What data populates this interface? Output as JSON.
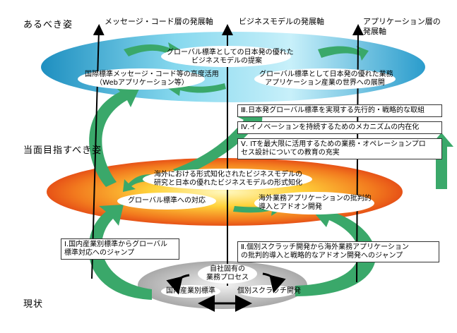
{
  "levels": {
    "ideal": "あるべき姿",
    "target": "当面目指すべき姿",
    "current": "現状"
  },
  "axes": {
    "message_code": "メッセージ・コード層の発展軸",
    "business_model": "ビジネスモデルの発展軸",
    "application_1": "アプリケーション層の",
    "application_2": "発展軸"
  },
  "ideal_items": {
    "global_1": "グローバル標準としての日本発の優れた",
    "global_2": "ビジネスモデルの提案",
    "intl_1": "国際標準メッセージ・コード等の高度活用",
    "intl_2": "（Webアプリケーション等）",
    "app_1": "グローバル標準として日本発の優れた業務",
    "app_2": "アプリケーション産業の世界への展開"
  },
  "target_items": {
    "formal_1": "海外における形式知化されたビジネスモデルの",
    "formal_2": "研究と日本の優れたビジネスモデルの形式知化",
    "global": "グローバル標準への対応",
    "overseas_1": "海外業務アプリケーションの批判的",
    "overseas_2": "導入とアドオン開発"
  },
  "current_items": {
    "own_1": "自社固有の",
    "own_2": "業務プロセス",
    "domestic": "国内産業別標準",
    "scratch": "個別スクラッチ開発"
  },
  "steps": {
    "s1_1": "Ⅰ.国内産業別標準からグローバル",
    "s1_2": "標準対応へのジャンプ",
    "s2_1": "Ⅱ.個別スクラッチ開発から海外業務アプリケーション",
    "s2_2": "の批判的導入と戦略的なアドオン開発へのジャンプ",
    "s3": "Ⅲ.日本発グローバル標準を実現する先行的・戦略的な取組",
    "s4": "Ⅳ.イノベーションを持続するためのメカニズムの内在化",
    "s5_1": "Ⅴ. ITを最大限に活用するための業務・オペレーションプロ",
    "s5_2": "セス設計についての教育の充実"
  },
  "colors": {
    "arrow_green": "#3aa86a",
    "top_ellipse": "#4fb8d8",
    "mid_ellipse": "#e83a1a",
    "bottom_ellipse": "#a8a8a8"
  }
}
